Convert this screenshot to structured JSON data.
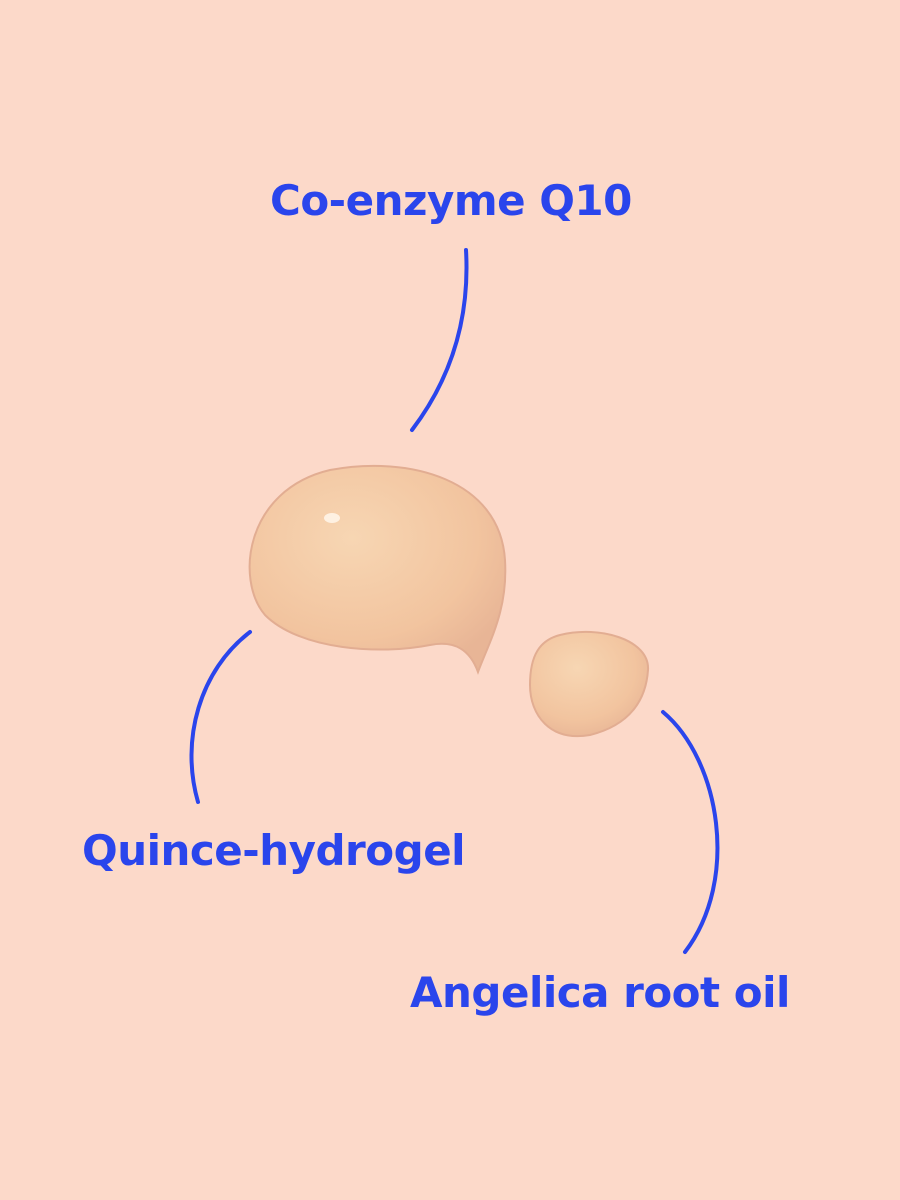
{
  "labels": {
    "top": "Co-enzyme Q10",
    "left": "Quince-hydrogel",
    "right": "Angelica root oil"
  },
  "colors": {
    "background": "#fcd9c9",
    "accent": "#2a45ec",
    "droplet": "#f3c8a2"
  }
}
